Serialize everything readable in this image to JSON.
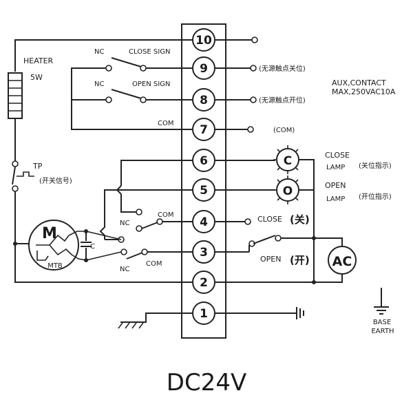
{
  "terminals": [
    "10",
    "9",
    "8",
    "7",
    "6",
    "5",
    "4",
    "3",
    "2",
    "1"
  ],
  "heater": {
    "label": "HEATER",
    "power": "5W"
  },
  "tp": {
    "label": "TP",
    "signal": "(开关信号)"
  },
  "relays": {
    "close_sign": {
      "nc": "NC",
      "label": "CLOSE SIGN"
    },
    "open_sign": {
      "nc": "NC",
      "label": "OPEN SIGN"
    },
    "com": "COM"
  },
  "right_labels": {
    "t9": "(无源触点关位)",
    "t8": "(无源触点开位)",
    "t7": "(COM)",
    "aux_line1": "AUX,CONTACT",
    "aux_line2": "MAX,250VAC10A"
  },
  "lamps": {
    "close_symbol": "C",
    "close_line1": "CLOSE",
    "close_line2": "LAMP",
    "close_cn": "(关位指示)",
    "open_symbol": "O",
    "open_line1": "OPEN",
    "open_line2": "LAMP",
    "open_cn": "(开位指示)"
  },
  "control": {
    "close": "CLOSE",
    "close_cn": "(关)",
    "open": "OPEN",
    "open_cn": "(开)",
    "ac": "AC"
  },
  "limit_switches": {
    "upper_nc": "NC",
    "upper_com": "COM",
    "lower_nc": "NC",
    "lower_com": "COM"
  },
  "motor": {
    "symbol": "M",
    "mtb": "MTB",
    "capacitor": "C"
  },
  "earth": {
    "line1": "BASE",
    "line2": "EARTH"
  },
  "voltage": "DC24V"
}
